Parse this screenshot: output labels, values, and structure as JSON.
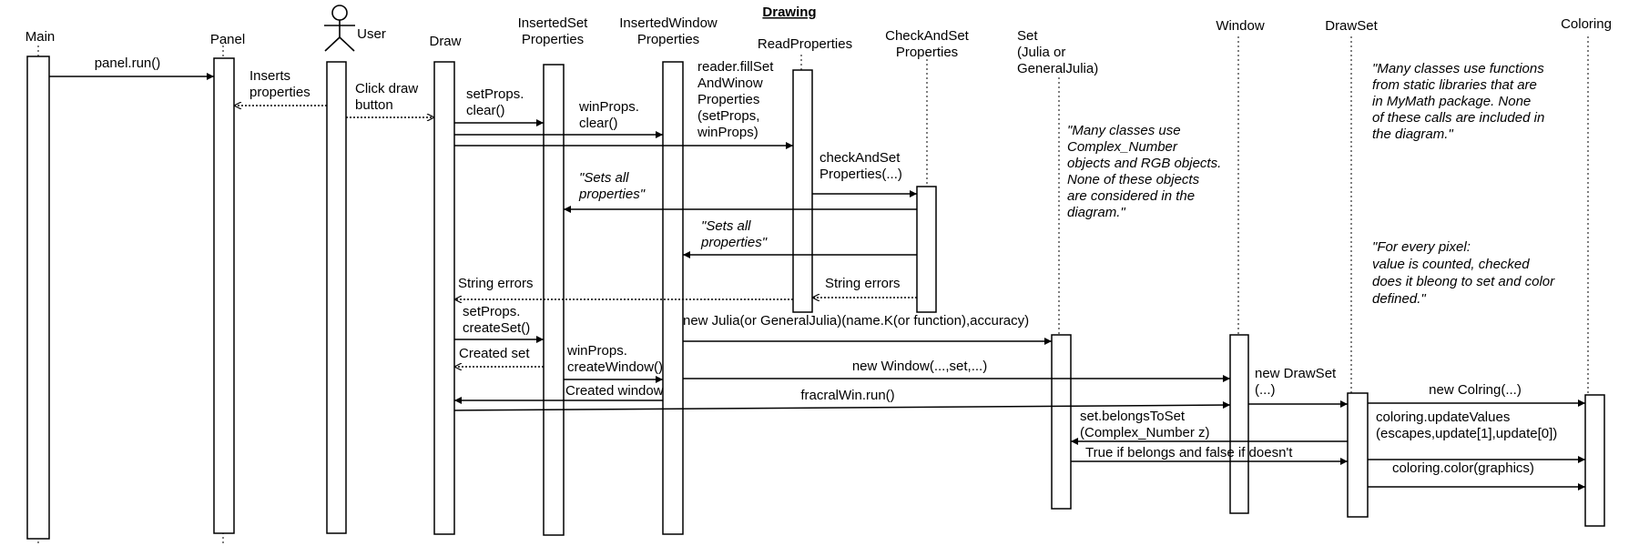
{
  "title": "Drawing",
  "participants": [
    {
      "id": "main",
      "lines": [
        "Main"
      ]
    },
    {
      "id": "panel",
      "lines": [
        "Panel"
      ]
    },
    {
      "id": "user",
      "lines": [
        "User"
      ]
    },
    {
      "id": "draw",
      "lines": [
        "Draw"
      ]
    },
    {
      "id": "setprops",
      "lines": [
        "InsertedSet",
        "Properties"
      ]
    },
    {
      "id": "winprops",
      "lines": [
        "InsertedWindow",
        "Properties"
      ]
    },
    {
      "id": "readprops",
      "lines": [
        "ReadProperties"
      ]
    },
    {
      "id": "checkprops",
      "lines": [
        "CheckAndSet",
        "Properties"
      ]
    },
    {
      "id": "set",
      "lines": [
        "Set",
        "(Julia or",
        "GeneralJulia)"
      ]
    },
    {
      "id": "window",
      "lines": [
        "Window"
      ]
    },
    {
      "id": "drawset",
      "lines": [
        "DrawSet"
      ]
    },
    {
      "id": "coloring",
      "lines": [
        "Coloring"
      ]
    }
  ],
  "messages": [
    {
      "id": "m1",
      "lines": [
        "panel.run()"
      ]
    },
    {
      "id": "m2",
      "lines": [
        "Inserts",
        "properties"
      ]
    },
    {
      "id": "m3",
      "lines": [
        "Click draw",
        "button"
      ]
    },
    {
      "id": "m4",
      "lines": [
        "setProps.",
        "clear()"
      ]
    },
    {
      "id": "m5",
      "lines": [
        "winProps.",
        "clear()"
      ]
    },
    {
      "id": "m6",
      "lines": [
        "reader.fillSet",
        "AndWinow",
        "Properties",
        "(setProps,",
        "winProps)"
      ]
    },
    {
      "id": "m7",
      "lines": [
        "checkAndSet",
        "Properties(...)"
      ]
    },
    {
      "id": "m8",
      "lines": [
        "\"Sets all",
        "properties\""
      ]
    },
    {
      "id": "m9",
      "lines": [
        "\"Sets all",
        "properties\""
      ]
    },
    {
      "id": "m10",
      "lines": [
        "String errors"
      ]
    },
    {
      "id": "m11",
      "lines": [
        "String errors"
      ]
    },
    {
      "id": "m12",
      "lines": [
        "setProps.",
        "createSet()"
      ]
    },
    {
      "id": "m13",
      "lines": [
        "new Julia(or GeneralJulia)(name.K(or function),accuracy)"
      ]
    },
    {
      "id": "m14",
      "lines": [
        "Created set"
      ]
    },
    {
      "id": "m15",
      "lines": [
        "winProps.",
        "createWindow()"
      ]
    },
    {
      "id": "m16",
      "lines": [
        "new Window(...,set,...)"
      ]
    },
    {
      "id": "m17",
      "lines": [
        "Created window"
      ]
    },
    {
      "id": "m18",
      "lines": [
        "fracralWin.run()"
      ]
    },
    {
      "id": "m19",
      "lines": [
        "new DrawSet",
        "(...)"
      ]
    },
    {
      "id": "m20",
      "lines": [
        "new Colring(...)"
      ]
    },
    {
      "id": "m21",
      "lines": [
        "set.belongsToSet",
        "(Complex_Number z)"
      ]
    },
    {
      "id": "m22",
      "lines": [
        "coloring.updateValues",
        "(escapes,update[1],update[0])"
      ]
    },
    {
      "id": "m23",
      "lines": [
        "True if belongs and false if doesn't"
      ]
    },
    {
      "id": "m24",
      "lines": [
        "coloring.color(graphics)"
      ]
    }
  ],
  "notes": [
    {
      "id": "note-complex",
      "lines": [
        "\"Many classes use",
        "Complex_Number",
        "objects and RGB objects.",
        "None of these objects",
        "are considered in the",
        "diagram.\""
      ]
    },
    {
      "id": "note-mymath",
      "lines": [
        "\"Many classes use functions",
        "from static libraries that are",
        "in MyMath package. None",
        "of these calls are included in",
        "the diagram.\""
      ]
    },
    {
      "id": "note-pixel",
      "lines": [
        "\"For every pixel:",
        "value is counted, checked",
        "does it bleong to set and color",
        "defined.\""
      ]
    }
  ]
}
